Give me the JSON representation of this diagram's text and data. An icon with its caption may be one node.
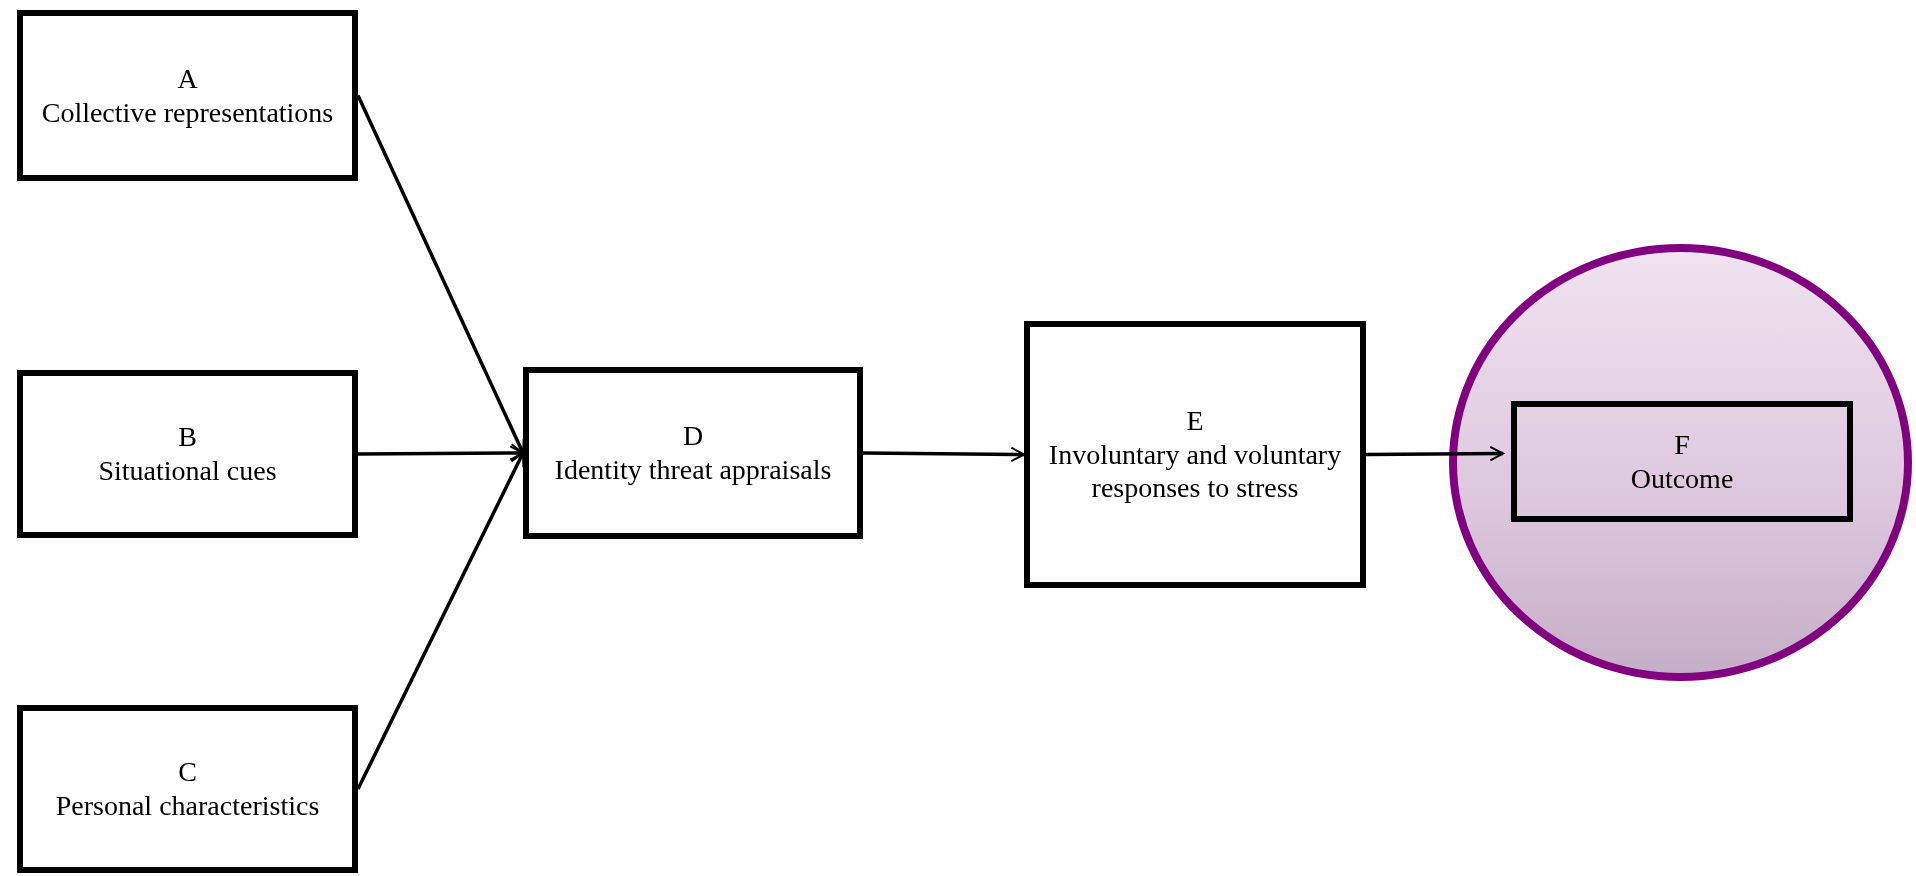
{
  "diagram": {
    "nodes": [
      {
        "text": [
          "A",
          "Collective representations"
        ]
      },
      {
        "text": [
          "B",
          "Situational cues"
        ]
      },
      {
        "text": [
          "C",
          "Personal characteristics"
        ]
      },
      {
        "text": [
          "D",
          "Identity threat appraisals"
        ]
      },
      {
        "text": [
          "E",
          "Involuntary and voluntary responses to stress"
        ]
      },
      {
        "text": [],
        "shape": "circle"
      },
      {
        "text": [
          "F",
          "Outcome"
        ],
        "in": 5
      }
    ],
    "edges": [
      {
        "from": 0,
        "to": 3,
        "arrow": "to"
      },
      {
        "from": 1,
        "to": 3,
        "arrow": "to"
      },
      {
        "from": 2,
        "to": 3,
        "arrow": "to"
      },
      {
        "from": 3,
        "to": 4,
        "arrow": "to"
      },
      {
        "from": 4,
        "to": 6,
        "arrow": "to"
      }
    ]
  }
}
